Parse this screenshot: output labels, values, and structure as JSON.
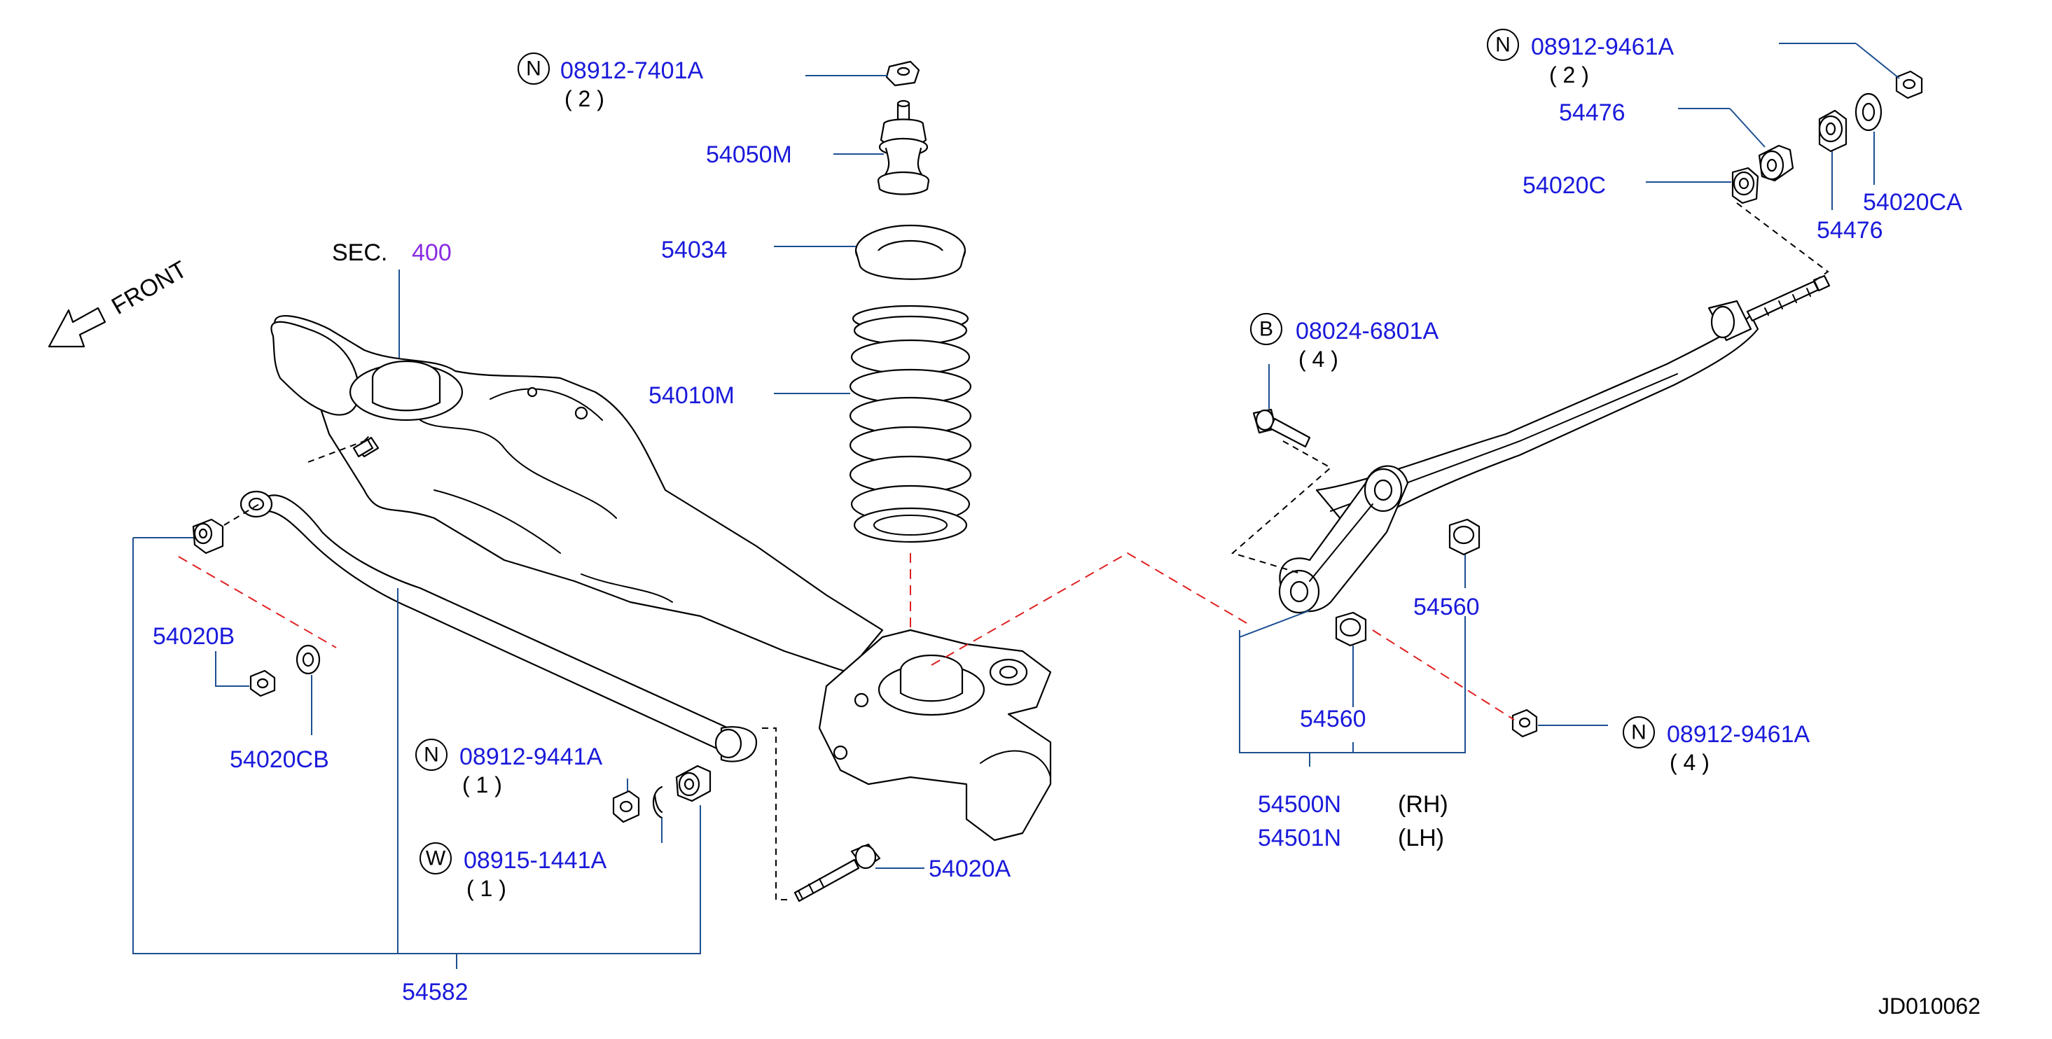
{
  "diagram_code": "JD010062",
  "front_label": "FRONT",
  "section_ref": {
    "prefix": "SEC.",
    "number": "400"
  },
  "colors": {
    "part_number": "#1a1adb",
    "section_link": "#8a2be2",
    "leader": "#1d4f91",
    "red_dash": "#e02020"
  },
  "fasteners": [
    {
      "symbol": "N",
      "part": "08912-7401A",
      "qty": "( 2 )"
    },
    {
      "symbol": "N",
      "part": "08912-9461A",
      "qty": "( 2 )"
    },
    {
      "symbol": "B",
      "part": "08024-6801A",
      "qty": "( 4 )"
    },
    {
      "symbol": "N",
      "part": "08912-9441A",
      "qty": "( 1 )"
    },
    {
      "symbol": "W",
      "part": "08915-1441A",
      "qty": "( 1 )"
    },
    {
      "symbol": "N",
      "part": "08912-9461A",
      "qty": "( 4 )"
    }
  ],
  "parts": {
    "p54050M": "54050M",
    "p54034": "54034",
    "p54010M": "54010M",
    "p54476a": "54476",
    "p54476b": "54476",
    "p54020C": "54020C",
    "p54020CA": "54020CA",
    "p54560a": "54560",
    "p54560b": "54560",
    "p54020B": "54020B",
    "p54020CB": "54020CB",
    "p54020A": "54020A",
    "p54582": "54582"
  },
  "arms": [
    {
      "part": "54500N",
      "side": "(RH)"
    },
    {
      "part": "54501N",
      "side": "(LH)"
    }
  ]
}
